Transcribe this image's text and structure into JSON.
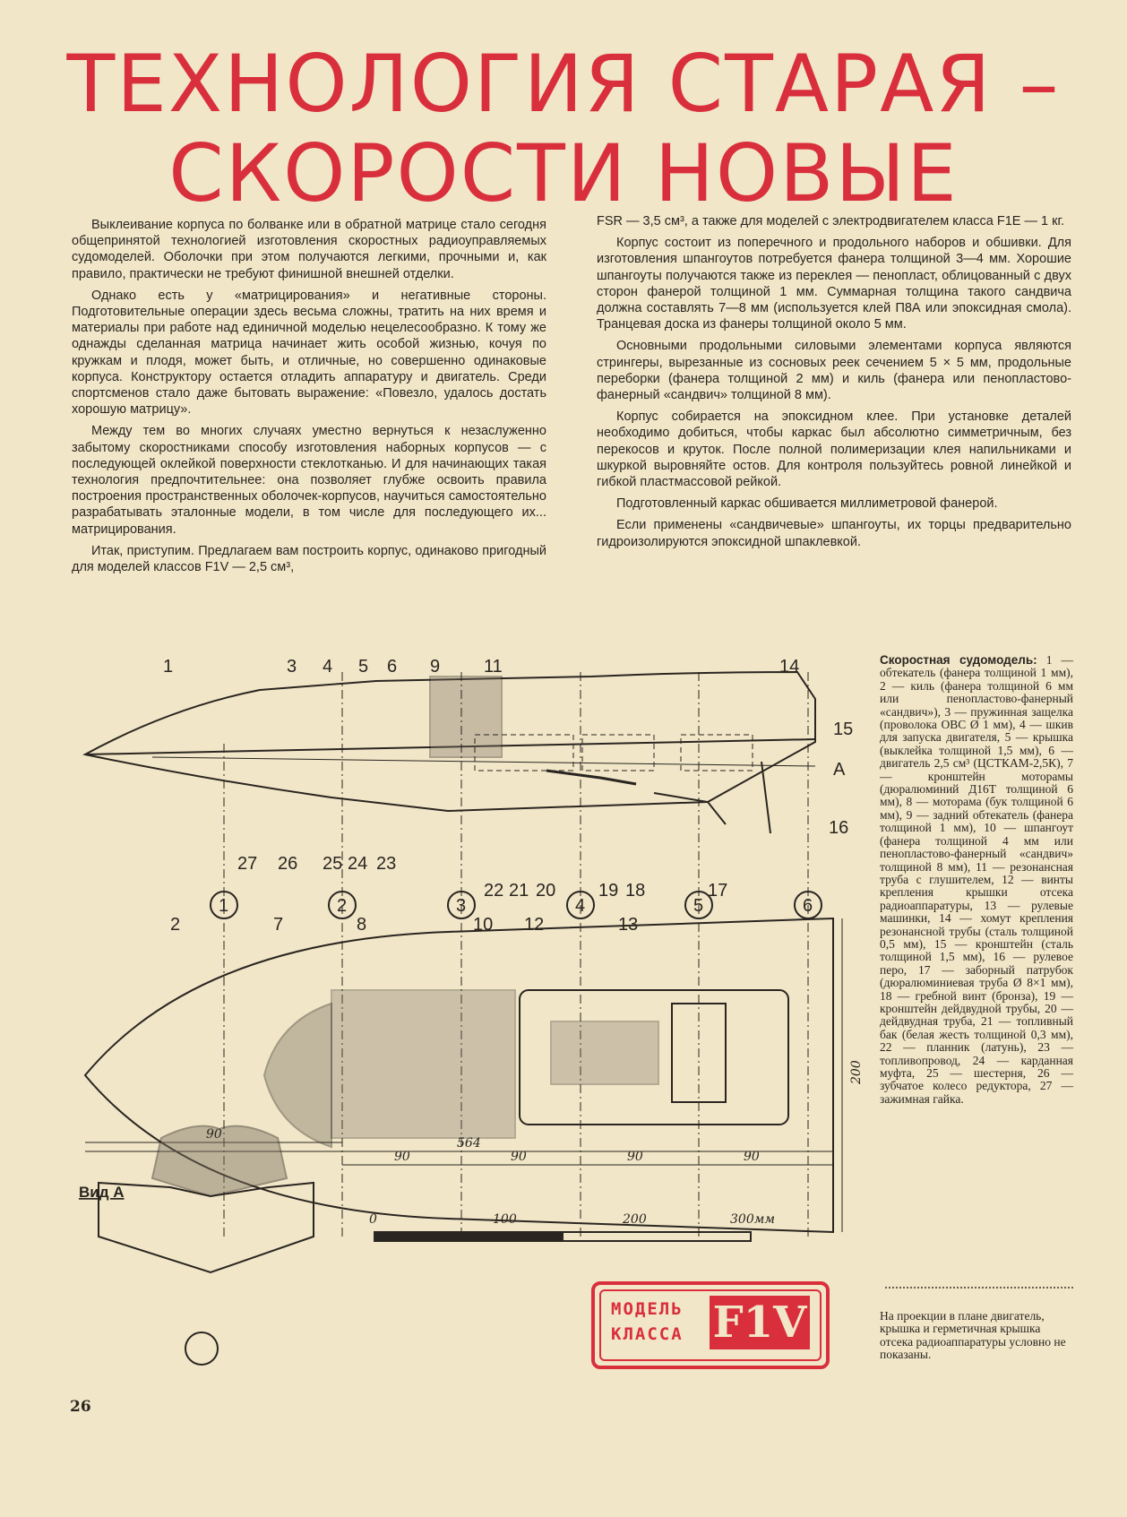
{
  "title": {
    "line1": "ТЕХНОЛОГИЯ СТАРАЯ –",
    "line2": "СКОРОСТИ НОВЫЕ"
  },
  "left_column": [
    "Выклеивание корпуса по болванке или в обратной матрице стало сегодня общепринятой технологией изготовления скоростных радиоуправляемых судомоделей. Оболочки при этом получаются легкими, прочными и, как правило, практически не требуют финишной внешней отделки.",
    "Однако есть у «матрицирования» и негативные стороны. Подготовительные операции здесь весьма сложны, тратить на них время и материалы при работе над единичной моделью нецелесообразно. К тому же однажды сделанная матрица начинает жить особой жизнью, кочуя по кружкам и плодя, может быть, и отличные, но совершенно одинаковые корпуса. Конструктору остается отладить аппаратуру и двигатель. Среди спортсменов стало даже бытовать выражение: «Повезло, удалось достать хорошую матрицу».",
    "Между тем во многих случаях уместно вернуться к незаслуженно забытому скоростниками способу изготовления наборных корпусов — с последующей оклейкой поверхности стеклотканью. И для начинающих такая технология предпочтительнее: она позволяет глубже освоить правила построения пространственных оболочек-корпусов, научиться самостоятельно разрабатывать эталонные модели, в том числе для последующего их... матрицирования.",
    "Итак, приступим. Предлагаем вам построить корпус, одинаково пригодный для моделей классов F1V — 2,5 см³,"
  ],
  "right_column": [
    "FSR — 3,5 см³, а также для моделей с электродвигателем класса F1E — 1 кг.",
    "Корпус состоит из поперечного и продольного наборов и обшивки. Для изготовления шпангоутов потребуется фанера толщиной 3—4 мм. Хорошие шпангоуты получаются также из переклея — пенопласт, облицованный с двух сторон фанерой толщиной 1 мм. Суммарная толщина такого сандвича должна составлять 7—8 мм (используется клей П8А или эпоксидная смола). Транцевая доска из фанеры толщиной около 5 мм.",
    "Основными продольными силовыми элементами корпуса являются стрингеры, вырезанные из сосновых реек сечением 5 × 5 мм, продольные переборки (фанера толщиной 2 мм) и киль (фанера или пенопластово-фанерный «сандвич» толщиной 8 мм).",
    "Корпус собирается на эпоксидном клее. При установке деталей необходимо добиться, чтобы каркас был абсолютно симметричным, без перекосов и круток. После полной полимеризации клея напильниками и шкуркой выровняйте остов. Для контроля пользуйтесь ровной линейкой и гибкой пластмассовой рейкой.",
    "Подготовленный каркас обшивается миллиметровой фанерой.",
    "Если применены «сандвичевые» шпангоуты, их торцы предварительно гидроизолируются эпоксидной шпаклевкой."
  ],
  "caption": {
    "heading": "Скоростная судомодель:",
    "text": "1 — обтекатель (фанера толщиной 1 мм), 2 — киль (фанера толщиной 6 мм или пенопластово-фанерный «сандвич»), 3 — пружинная защелка (проволока ОВС Ø 1 мм), 4 — шкив для запуска двигателя, 5 — крышка (выклейка толщиной 1,5 мм), 6 — двигатель 2,5 см³ (ЦСТКАМ-2,5К), 7 — кронштейн моторамы (дюралюминий Д16Т толщиной 6 мм), 8 — моторама (бук толщиной 6 мм), 9 — задний обтекатель (фанера толщиной 1 мм), 10 — шпангоут (фанера толщиной 4 мм или пенопластово-фанерный «сандвич» толщиной 8 мм), 11 — резонансная труба с глушителем, 12 — винты крепления крышки отсека радиоаппаратуры, 13 — рулевые машинки, 14 — хомут крепления резонансной трубы (сталь толщиной 0,5 мм), 15 — кронштейн (сталь толщиной 1,5 мм), 16 — руле­вое перо, 17 — заборный патрубок (дюралюминиевая труба Ø 8×1 мм), 18 — гребной винт (бронза), 19 — кронштейн дейдвудной трубы, 20 — дейдвудная труба, 21 — топливный бак (белая жесть толщиной 0,3 мм), 22 — планник (латунь), 23 — топливопровод, 24 — карданная муфта, 25 — шестерня, 26 — зубчатое колесо редуктора, 27 — зажимная гайка."
  },
  "note": "На проекции в плане двигатель, крышка и герметичная крышка отсека радиоаппаратуры условно не показаны.",
  "badge": {
    "line1": "МОДЕЛЬ",
    "line2": "КЛАССА",
    "class": "F1V"
  },
  "page_number": "26",
  "drawing": {
    "side_labels": [
      "1",
      "3",
      "4",
      "5",
      "6",
      "9",
      "11",
      "14",
      "15",
      "A",
      "16",
      "27",
      "26",
      "25",
      "24",
      "23",
      "22",
      "21",
      "20",
      "19",
      "18",
      "17"
    ],
    "station_labels": [
      "1",
      "2",
      "3",
      "4",
      "5",
      "6"
    ],
    "plan_labels": [
      "2",
      "7",
      "8",
      "10",
      "12",
      "13"
    ],
    "dims": {
      "d90": "90",
      "d564": "564",
      "d90a": "90",
      "d90b": "90",
      "d90c": "90",
      "d90d": "90",
      "d200": "200"
    },
    "scale": [
      "0",
      "100",
      "200",
      "300мм"
    ],
    "view_a": "Вид А"
  },
  "colors": {
    "accent_red": "#d92f3c",
    "paper": "#f1e6c8",
    "ink": "#2a2520"
  }
}
